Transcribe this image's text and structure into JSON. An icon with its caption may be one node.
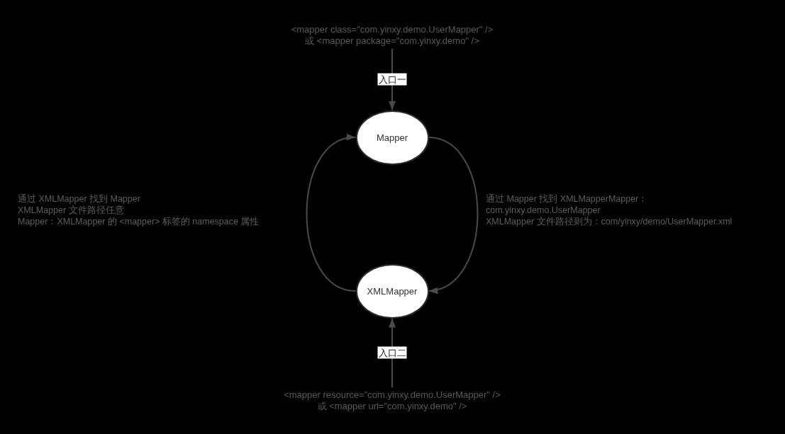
{
  "diagram": {
    "nodes": [
      {
        "text": [
          "<mapper class=\"com.yinxy.demo.UserMapper\" />",
          "或 <mapper package=\"com.yinxy.demo\" />"
        ]
      },
      {
        "text": [
          "Mapper"
        ]
      },
      {
        "text": [
          "XMLMapper"
        ]
      },
      {
        "text": [
          "<mapper resource=\"com.yinxy.demo.UserMapper\" />",
          "或 <mapper url=\"com.yinxy.demo\" />"
        ]
      }
    ],
    "edges": [
      {
        "from": 0,
        "to": 1,
        "arrow": "to",
        "label": "入口一"
      },
      {
        "from": 1,
        "to": 2,
        "arrow": "to"
      },
      {
        "from": 2,
        "to": 1,
        "arrow": "to"
      },
      {
        "from": 3,
        "to": 2,
        "arrow": "to",
        "label": "入口二"
      }
    ],
    "labels": [
      "通过 XMLMapper 找到 Mapper",
      "XMLMapper 文件路径任意",
      "Mapper：XMLMapper 的 <mapper> 标签的 namespace 属性",
      "通过 Mapper 找到 XMLMapperMapper：",
      "com.yinxy.demo.UserMapper",
      "XMLMapper 文件路径则为：com/yinxy/demo/UserMapper.xml"
    ]
  }
}
